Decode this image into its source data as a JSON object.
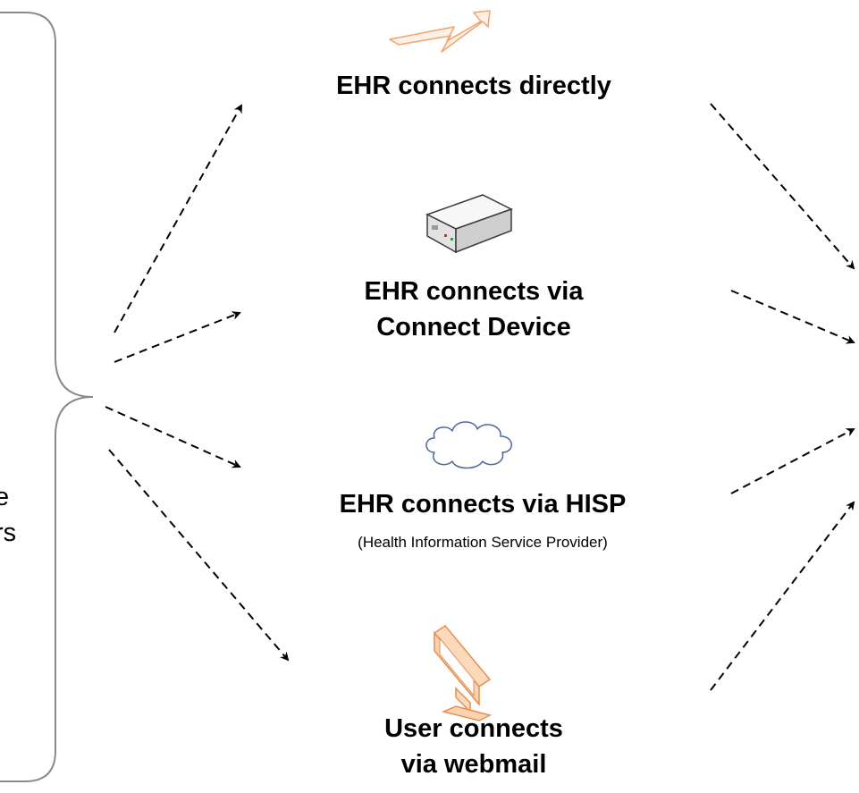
{
  "colors": {
    "brace": "#8a8a8a",
    "arrow": "#000000",
    "lightning": "#f2a36b",
    "device_body": "#e9e9e9",
    "cloud": "#4a6a9c",
    "monitor": "#f0a46a"
  },
  "icons": {
    "direct": "lightning-icon",
    "connect_device": "connect-device-icon",
    "hisp": "cloud-icon",
    "webmail": "monitor-icon"
  },
  "left_text_fragments": {
    "line1": "e",
    "line2": "rs"
  },
  "nodes": {
    "direct": {
      "line1": "EHR connects directly"
    },
    "connect_device": {
      "line1": "EHR connects via",
      "line2": "Connect Device"
    },
    "hisp": {
      "line1": "EHR connects via HISP",
      "sublabel": "(Health Information Service Provider)"
    },
    "webmail": {
      "line1": "User connects",
      "line2": "via webmail"
    }
  }
}
